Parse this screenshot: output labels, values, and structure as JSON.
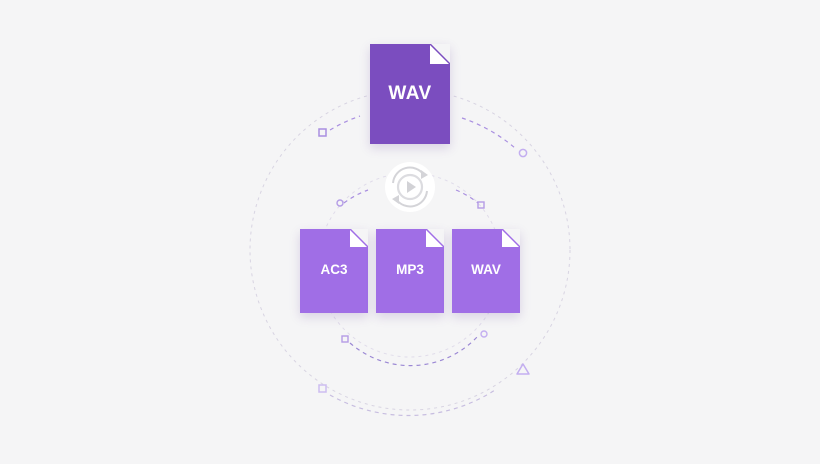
{
  "source_file": {
    "label": "WAV",
    "color": "#7b4dbf"
  },
  "target_files": [
    {
      "label": "AC3"
    },
    {
      "label": "MP3"
    },
    {
      "label": "WAV"
    }
  ],
  "target_color": "#a06ee6",
  "convert_icon": "convert-play-icon",
  "accent_color": "#9b7ad8"
}
